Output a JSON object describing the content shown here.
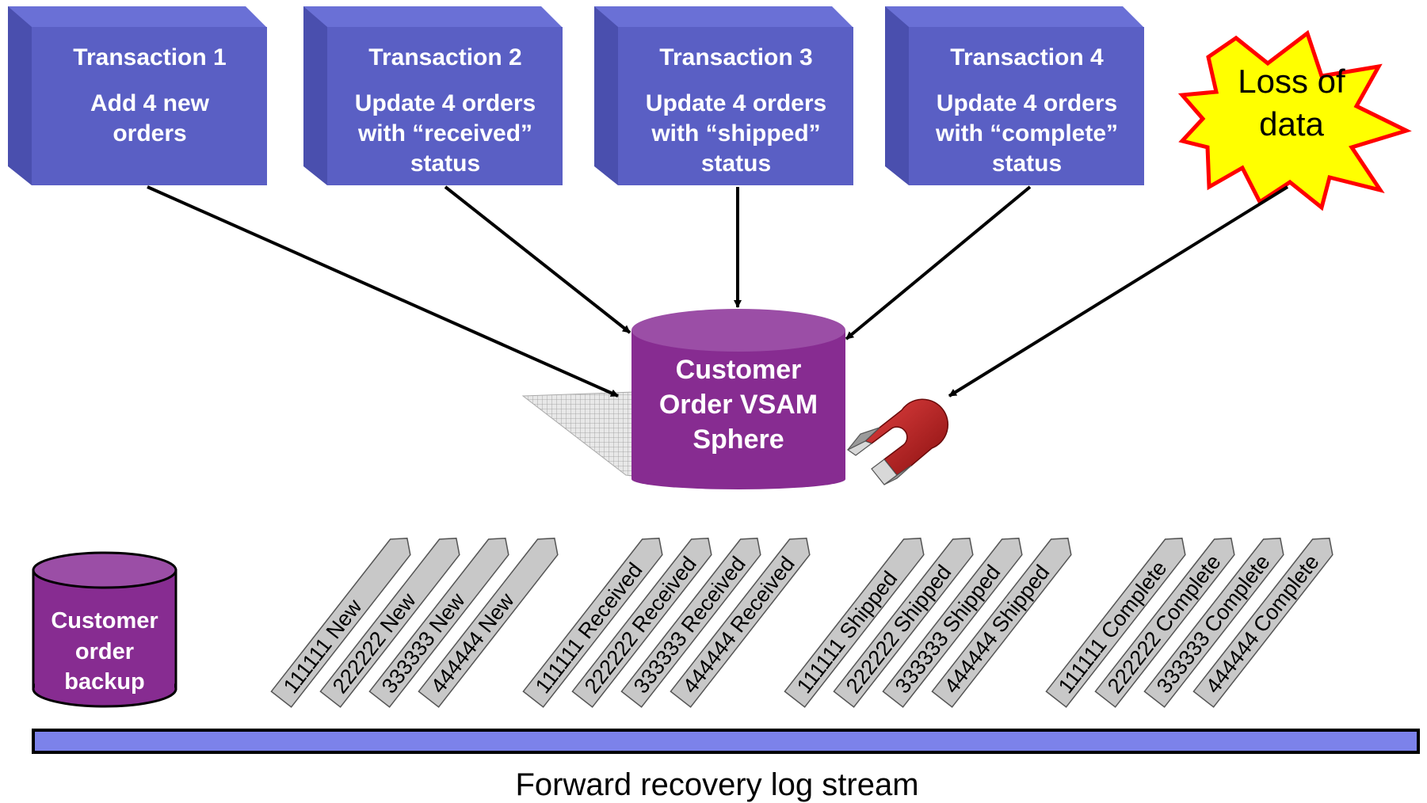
{
  "transactions": [
    {
      "title": "Transaction 1",
      "lines": [
        "Add 4 new",
        "orders"
      ]
    },
    {
      "title": "Transaction 2",
      "lines": [
        "Update 4 orders",
        "with “received”",
        "status"
      ]
    },
    {
      "title": "Transaction 3",
      "lines": [
        "Update 4 orders",
        "with “shipped”",
        "status"
      ]
    },
    {
      "title": "Transaction 4",
      "lines": [
        "Update 4 orders",
        "with “complete”",
        "status"
      ]
    }
  ],
  "loss": {
    "lines": [
      "Loss of",
      "data"
    ]
  },
  "main_store": {
    "lines": [
      "Customer",
      "Order VSAM",
      "Sphere"
    ]
  },
  "backup_store": {
    "lines": [
      "Customer",
      "order",
      "backup"
    ]
  },
  "log_groups": [
    {
      "records": [
        "111111 New",
        "222222 New",
        "333333 New",
        "444444 New"
      ]
    },
    {
      "records": [
        "111111 Received",
        "222222 Received",
        "333333 Received",
        "444444 Received"
      ]
    },
    {
      "records": [
        "111111 Shipped",
        "222222 Shipped",
        "333333 Shipped",
        "444444 Shipped"
      ]
    },
    {
      "records": [
        "111111 Complete",
        "222222 Complete",
        "333333 Complete",
        "444444 Complete"
      ]
    }
  ],
  "log_stream": {
    "label": "Forward recovery log stream"
  },
  "icons": {
    "magnet": "magnet-icon",
    "burst": "explosion-burst-icon"
  },
  "colors": {
    "box_front": "#5a5fc4",
    "box_side": "#4a4fae",
    "box_top": "#6a70d6",
    "cylinder": "#872c91",
    "cylinder_top": "#9b4ea6",
    "burst_fill": "#ffff00",
    "burst_stroke": "#ff0000",
    "record_fill": "#c8c8c8",
    "log_bar": "#7c82ea"
  }
}
